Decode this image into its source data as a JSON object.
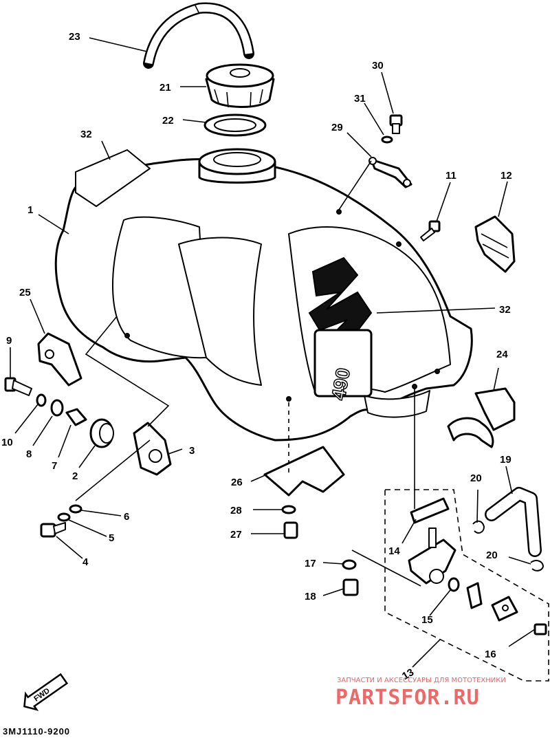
{
  "diagram": {
    "part_numbers": [
      "1",
      "2",
      "3",
      "4",
      "5",
      "6",
      "7",
      "8",
      "9",
      "10",
      "11",
      "12",
      "13",
      "14",
      "15",
      "16",
      "17",
      "18",
      "19",
      "20",
      "21",
      "22",
      "23",
      "24",
      "25",
      "26",
      "27",
      "28",
      "29",
      "30",
      "31",
      "32"
    ],
    "callout_labels": {
      "n1": "1",
      "n2": "2",
      "n3": "3",
      "n4": "4",
      "n5": "5",
      "n6": "6",
      "n7": "7",
      "n8": "8",
      "n9": "9",
      "n10": "10",
      "n11": "11",
      "n12": "12",
      "n13": "13",
      "n14": "14",
      "n15": "15",
      "n16": "16",
      "n17": "17",
      "n18": "18",
      "n19": "19",
      "n20a": "20",
      "n20b": "20",
      "n21": "21",
      "n22": "22",
      "n23": "23",
      "n24": "24",
      "n25": "25",
      "n26": "26",
      "n27": "27",
      "n28": "28",
      "n29": "29",
      "n30": "30",
      "n31": "31",
      "n32a": "32",
      "n32b": "32"
    },
    "tank_emblem": "490",
    "forward_marker": "FWD",
    "drawing_code": "3MJ1110-9200"
  },
  "watermark": {
    "tagline": "ЗАПЧАСТИ И АКСЕССУАРЫ ДЛЯ МОТОТЕХНИКИ",
    "brand": "PARTSFOR.RU",
    "color": "#e85050"
  }
}
